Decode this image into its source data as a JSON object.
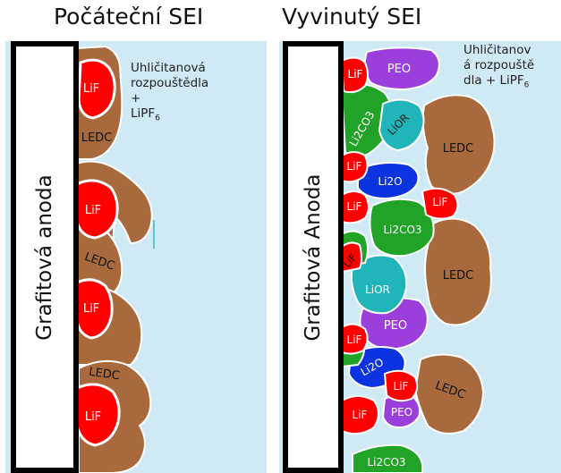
{
  "left": {
    "title": "Počáteční SEI",
    "anode_label": "Grafitová anoda",
    "solvent_lines": [
      "Uhličitanová",
      "rozpouštědla",
      "+",
      "LiPF"
    ],
    "solvent_subscript": "6",
    "labels": {
      "lif": "LiF",
      "ledc": "LEDC"
    }
  },
  "right": {
    "title": "Vyvinutý SEI",
    "anode_label": "Grafitová Anoda",
    "solvent_lines": [
      "Uhličitanov",
      "á rozpouště",
      "dla + LiPF"
    ],
    "solvent_subscript": "6",
    "labels": {
      "lif": "LiF",
      "ledc": "LEDC",
      "peo": "PEO",
      "lior": "LiOR",
      "li2co3": "Li2CO3",
      "li2o": "Li2O"
    }
  },
  "colors": {
    "electrolyte": "#cfe9f5",
    "lif": "#ff0000",
    "ledc": "#a86a3c",
    "peo": "#9b3fdc",
    "lior": "#1fb5b9",
    "li2co3": "#21a328",
    "li2o": "#0b34e0"
  }
}
